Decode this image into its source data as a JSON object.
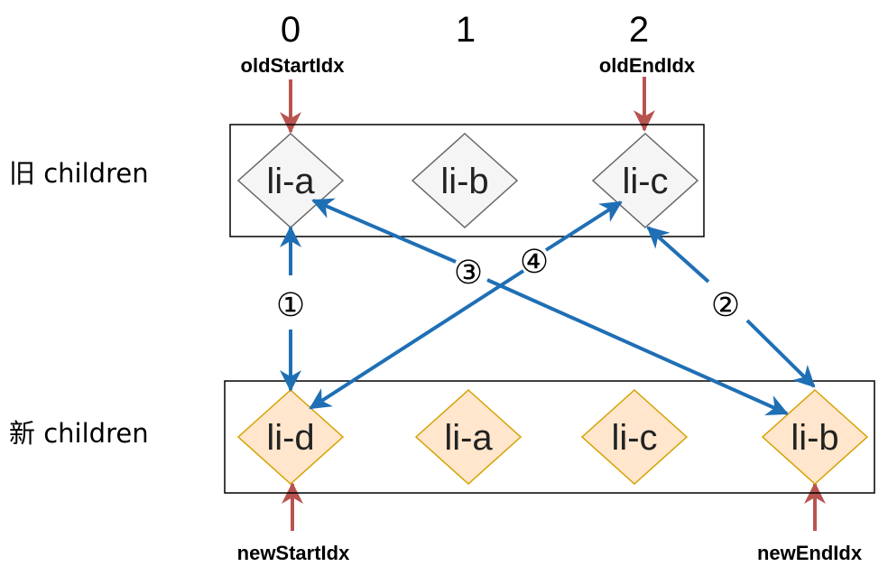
{
  "indices": [
    "0",
    "1",
    "2"
  ],
  "pointers": {
    "old_start": "oldStartIdx",
    "old_end": "oldEndIdx",
    "new_start": "newStartIdx",
    "new_end": "newEndIdx"
  },
  "rows": {
    "old_label": "旧 children",
    "new_label": "新 children"
  },
  "old_nodes": [
    "li-a",
    "li-b",
    "li-c"
  ],
  "new_nodes": [
    "li-d",
    "li-a",
    "li-c",
    "li-b"
  ],
  "steps": [
    "①",
    "②",
    "③",
    "④"
  ],
  "colors": {
    "old_fill": "#f5f5f5",
    "old_stroke": "#666666",
    "new_fill": "#ffe6cc",
    "new_stroke": "#d6a100",
    "pointer_arrow": "#b85450",
    "compare_arrow": "#1f6fb5"
  }
}
